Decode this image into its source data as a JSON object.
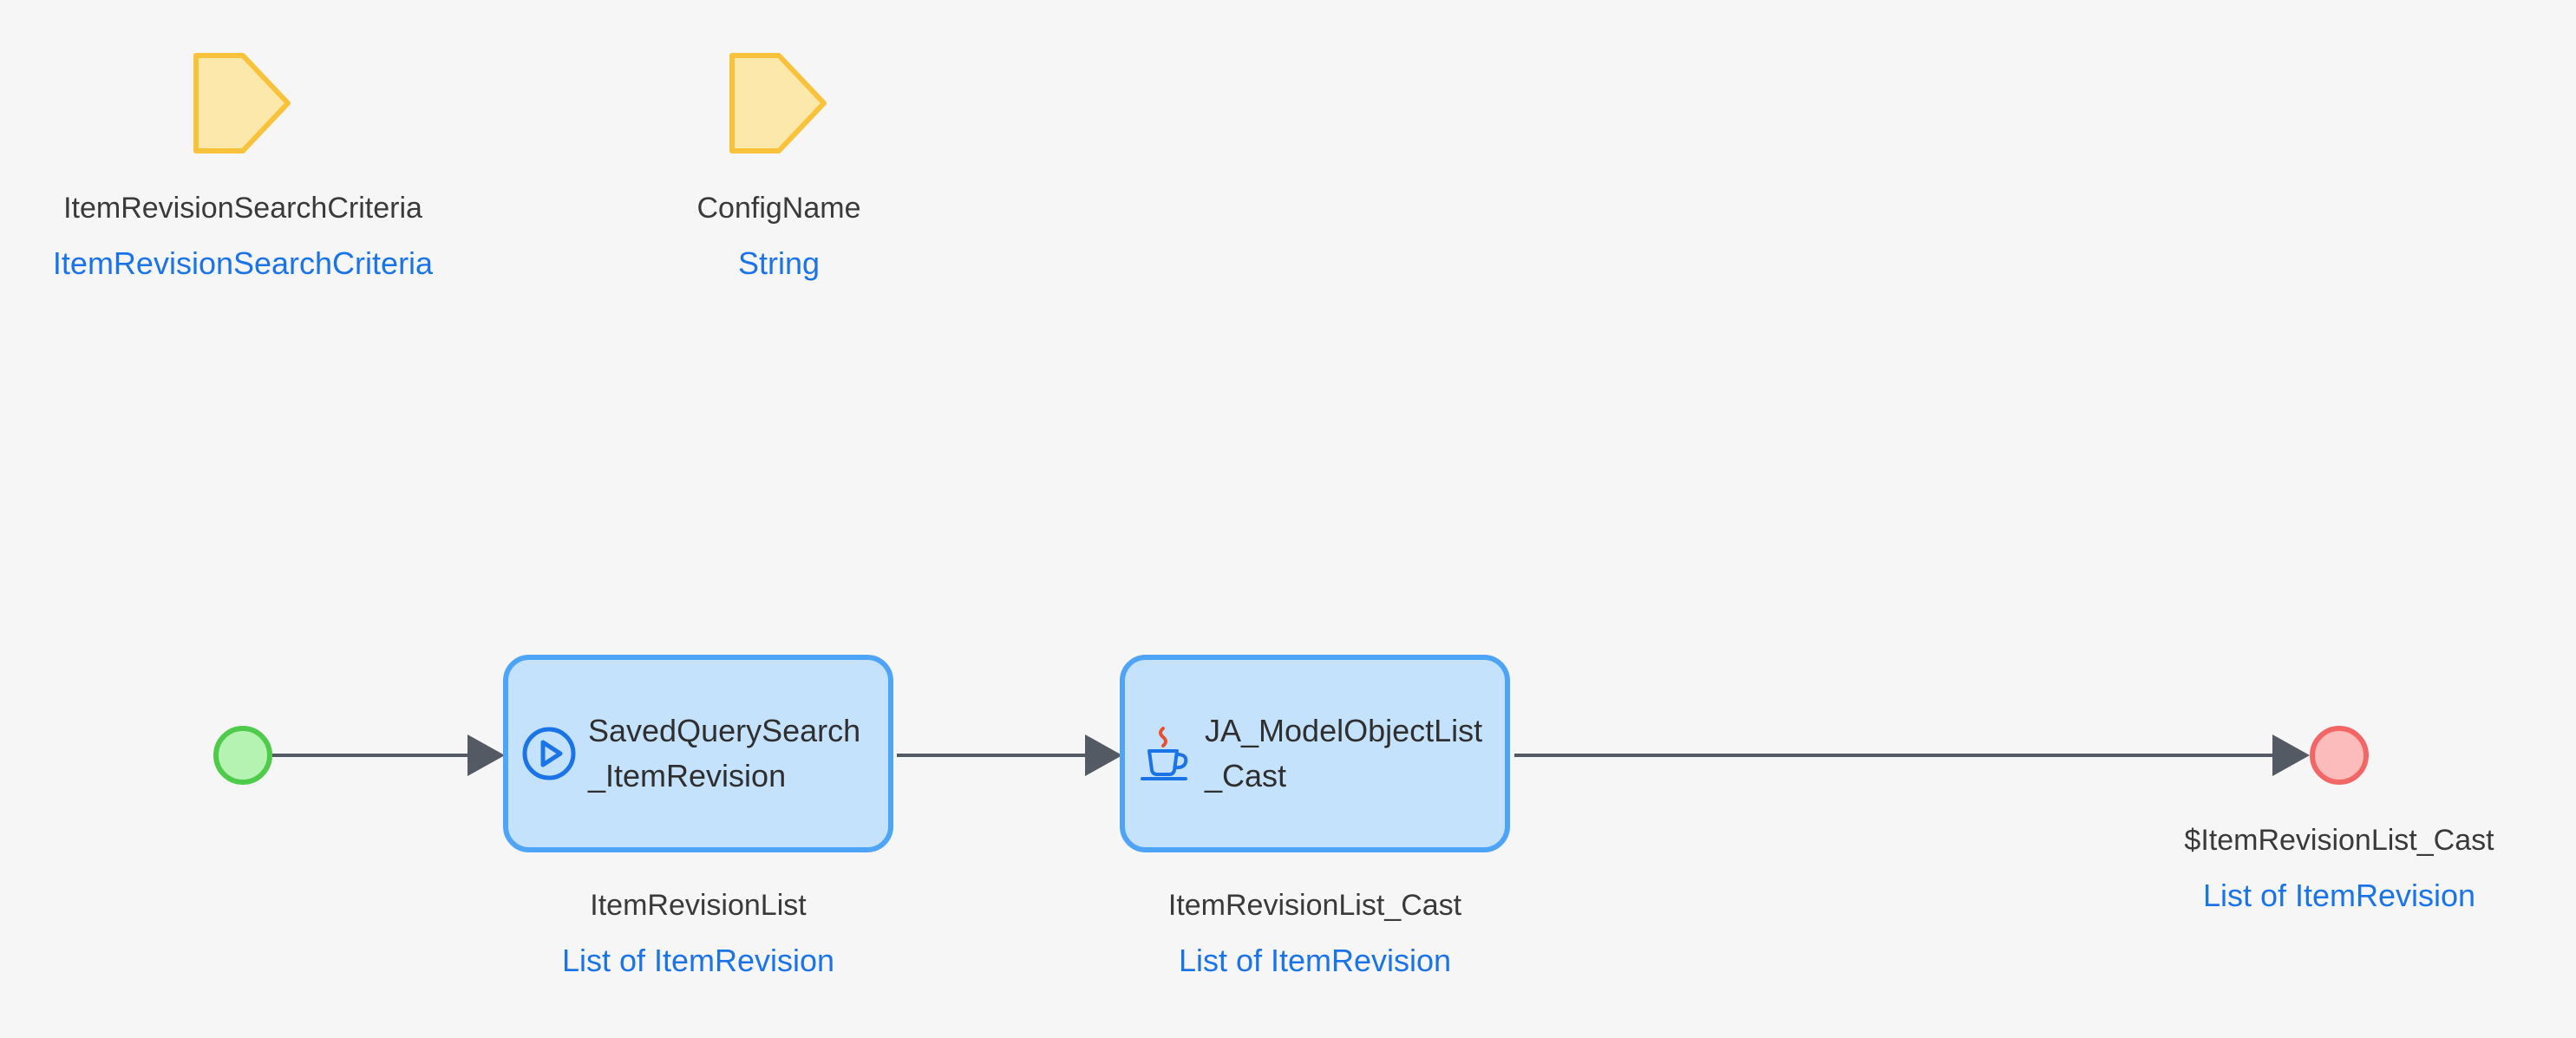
{
  "parameters": [
    {
      "name": "ItemRevisionSearchCriteria",
      "type": "ItemRevisionSearchCriteria"
    },
    {
      "name": "ConfigName",
      "type": "String"
    }
  ],
  "activities": [
    {
      "icon": "play-circle-icon",
      "action": "SavedQuerySearch_ItemRevision",
      "output_name": "ItemRevisionList",
      "output_type": "List of ItemRevision"
    },
    {
      "icon": "java-coffee-cup-icon",
      "action": "JA_ModelObjectList_Cast",
      "output_name": "ItemRevisionList_Cast",
      "output_type": "List of ItemRevision"
    }
  ],
  "end_event": {
    "return_value": "$ItemRevisionList_Cast",
    "return_type": "List of ItemRevision"
  },
  "colors": {
    "canvas_background": "#f6f6f6",
    "parameter_fill": "#fde8ab",
    "parameter_stroke": "#f8c23a",
    "activity_fill": "#c5e2fd",
    "activity_stroke": "#4ea4f7",
    "start_fill": "#b5f3b3",
    "start_stroke": "#4ecb4a",
    "end_fill": "#fcbcbc",
    "end_stroke": "#f26666",
    "flow_line": "#545a63",
    "type_text": "#1b73e8"
  }
}
